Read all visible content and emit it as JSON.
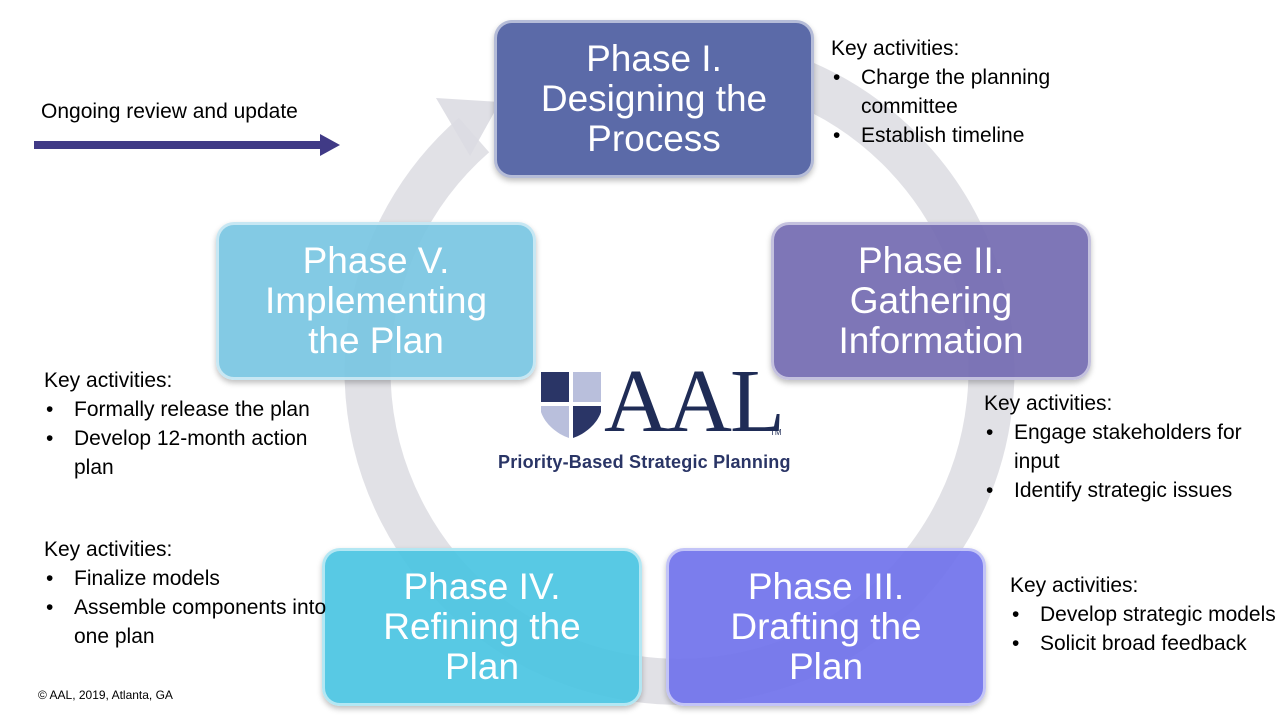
{
  "phases": [
    {
      "label": "Phase I.\nDesigning the\nProcess"
    },
    {
      "label": "Phase II.\nGathering\nInformation"
    },
    {
      "label": "Phase III.\nDrafting the\nPlan"
    },
    {
      "label": "Phase IV.\nRefining the\nPlan"
    },
    {
      "label": "Phase V.\nImplementing\nthe Plan"
    }
  ],
  "activities": [
    {
      "heading": "Key activities:",
      "items": [
        "Charge the planning committee",
        "Establish timeline"
      ]
    },
    {
      "heading": "Key activities:",
      "items": [
        "Engage stakeholders for input",
        "Identify strategic issues"
      ]
    },
    {
      "heading": "Key activities:",
      "items": [
        "Develop strategic models",
        "Solicit broad feedback"
      ]
    },
    {
      "heading": "Key activities:",
      "items": [
        "Finalize models",
        "Assemble components into one plan"
      ]
    },
    {
      "heading": "Key activities:",
      "items": [
        "Formally release the plan",
        "Develop 12-month action plan"
      ]
    }
  ],
  "ongoing": {
    "label": "Ongoing review and update"
  },
  "logo": {
    "text": "AAL",
    "tm": "TM",
    "tagline": "Priority-Based Strategic Planning"
  },
  "footer": {
    "copyright": "© AAL, 2019,  Atlanta, GA"
  },
  "colors": {
    "phase1": "#5b6aa8",
    "phase2": "#746cb2",
    "phase3": "#7072ec",
    "phase4": "#4ac4e2",
    "phase5": "#78c6e2",
    "brand": "#1f2c56",
    "arrow": "#403a86",
    "ring": "#dcdce2"
  }
}
